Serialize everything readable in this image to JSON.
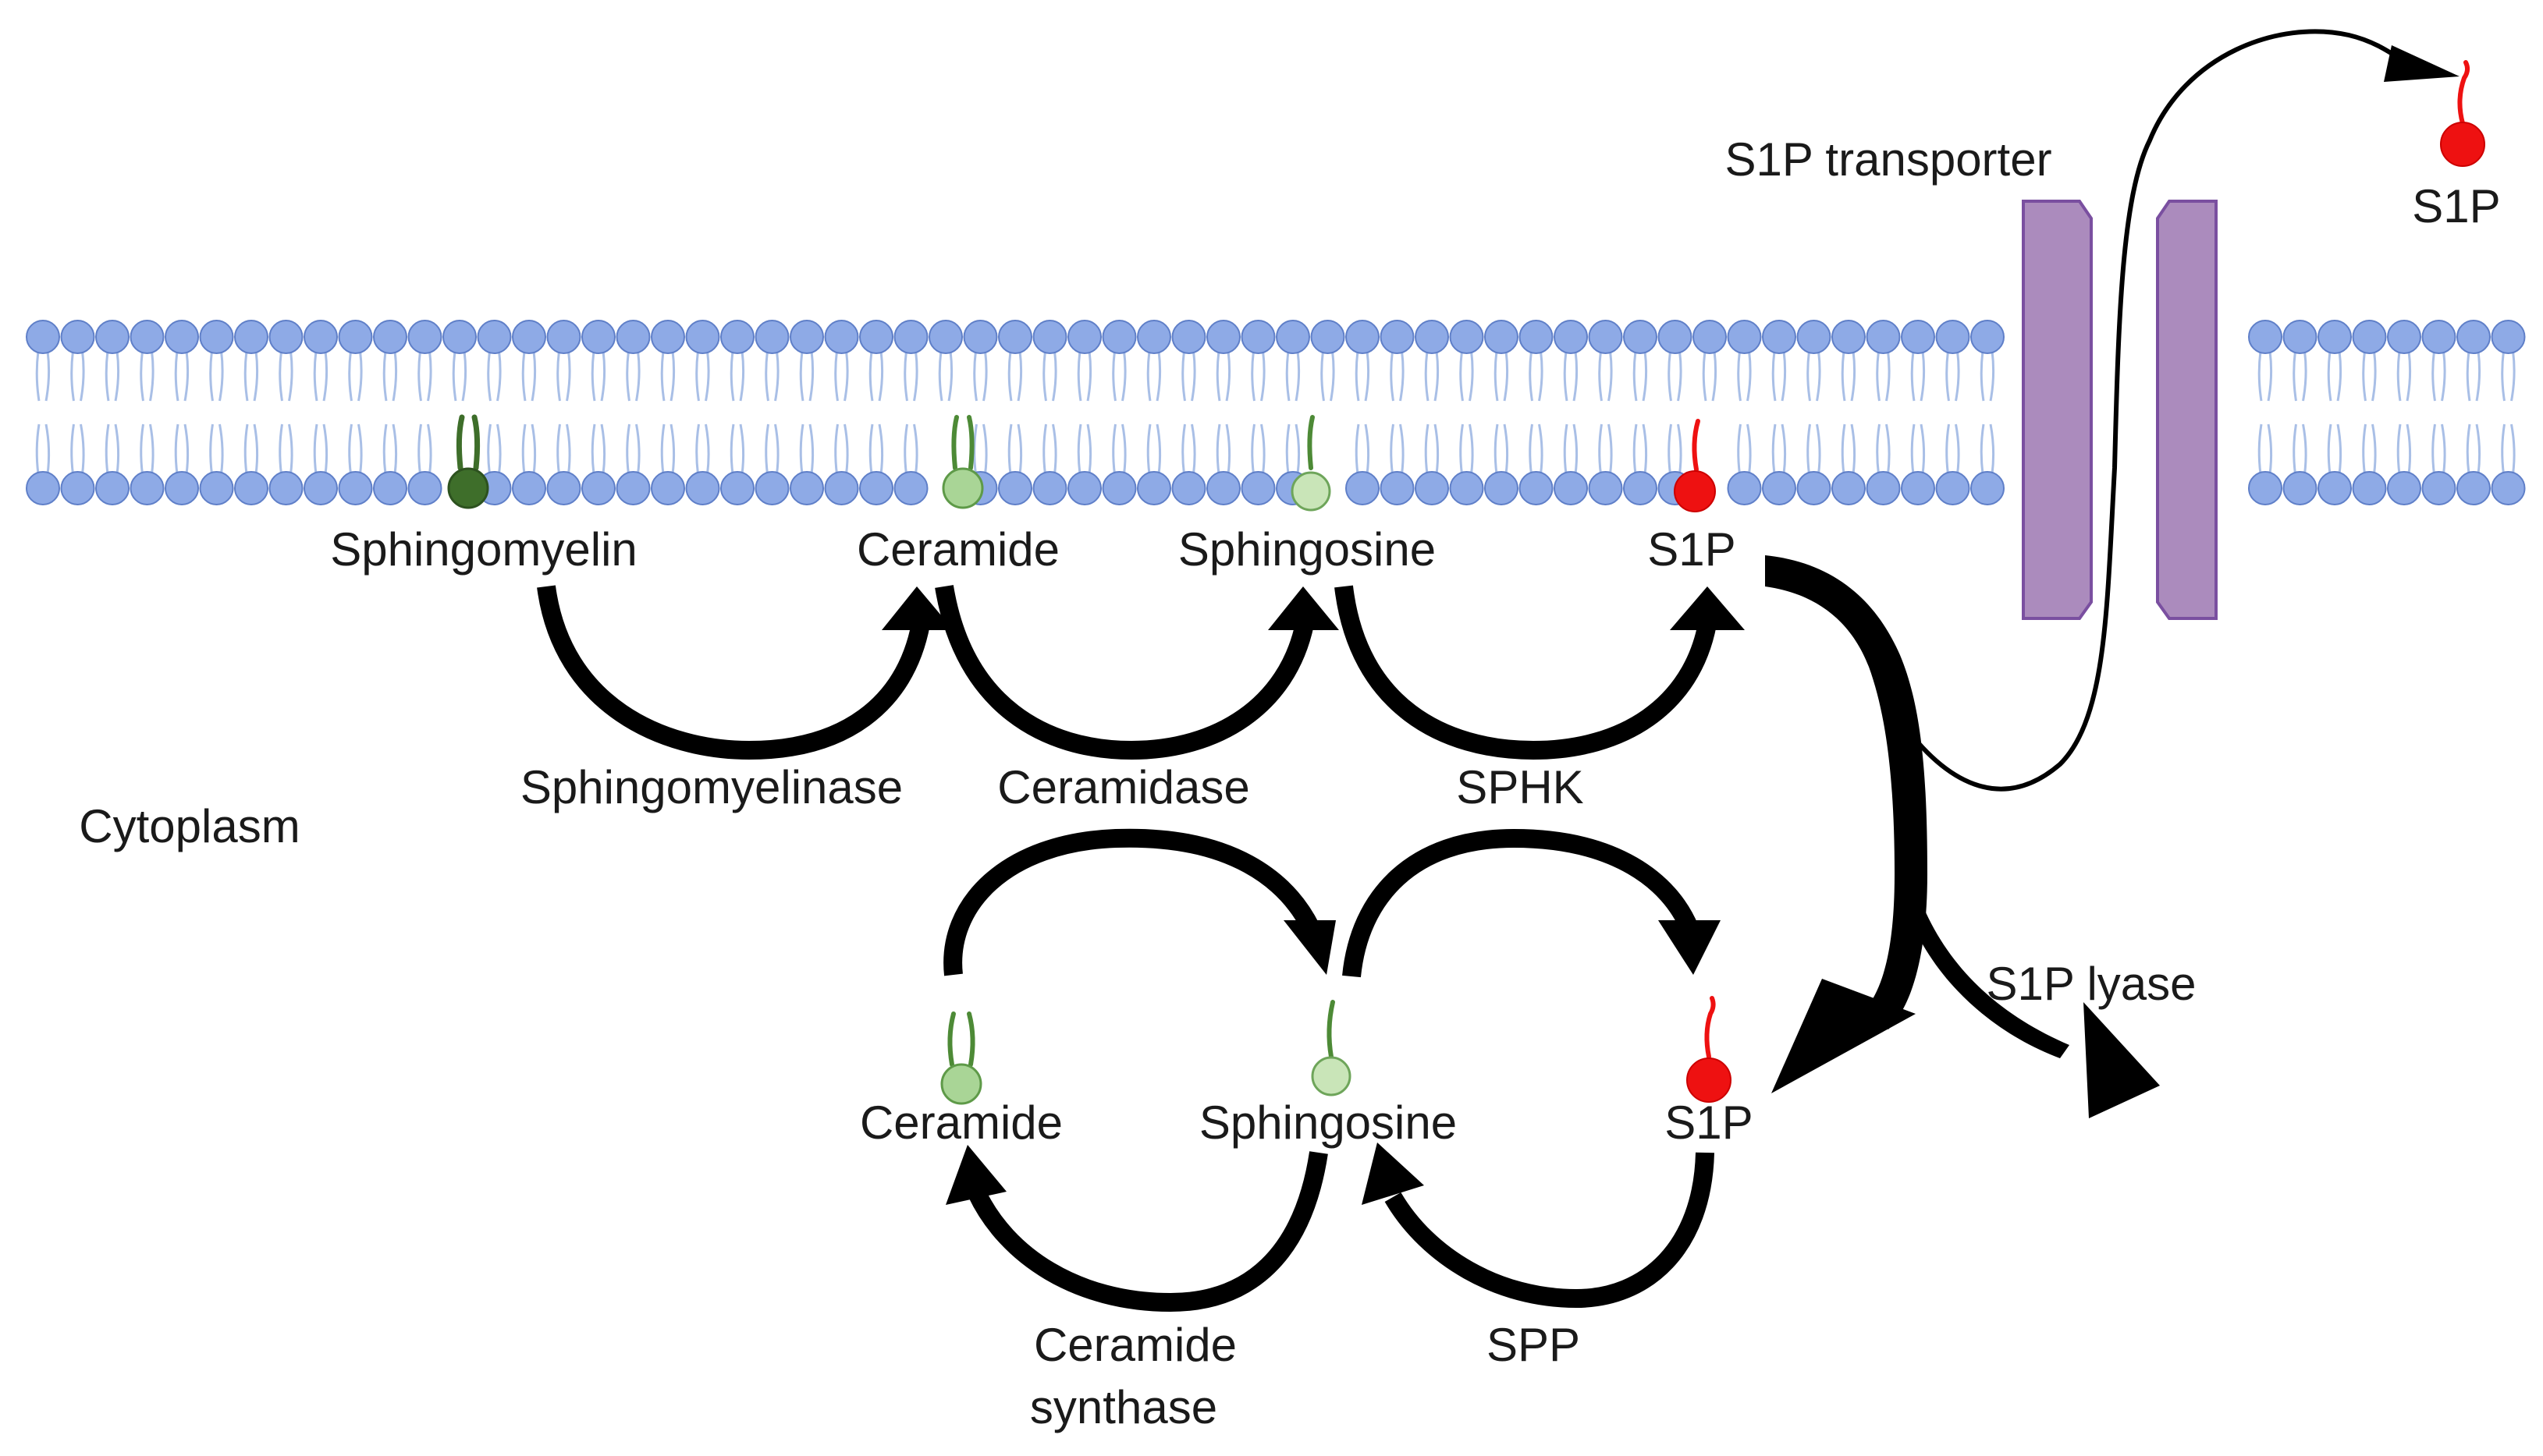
{
  "labels": {
    "sphingomyelin": "Sphingomyelin",
    "ceramide_top": "Ceramide",
    "sphingosine_top": "Sphingosine",
    "s1p_top": "S1P",
    "s1p_transporter": "S1P transporter",
    "s1p_outside": "S1P",
    "cytoplasm": "Cytoplasm",
    "sphingomyelinase": "Sphingomyelinase",
    "ceramidase": "Ceramidase",
    "sphk": "SPHK",
    "s1p_lyase": "S1P lyase",
    "ceramide_bottom": "Ceramide",
    "sphingosine_bottom": "Sphingosine",
    "s1p_bottom": "S1P",
    "ceramide_synthase_line1": "Ceramide",
    "ceramide_synthase_line2": "synthase",
    "spp": "SPP"
  },
  "colors": {
    "lipid_head": "#8eaae6",
    "lipid_head_stroke": "#5f7fc8",
    "lipid_tail": "#a9bfe6",
    "sphingomyelin": "#3e6e2a",
    "ceramide": "#a9d596",
    "sphingosine": "#c9e5b8",
    "s1p": "#ee1111",
    "transporter_fill": "#ab8bbd",
    "transporter_stroke": "#7a4fa0",
    "arrow": "#000000"
  }
}
